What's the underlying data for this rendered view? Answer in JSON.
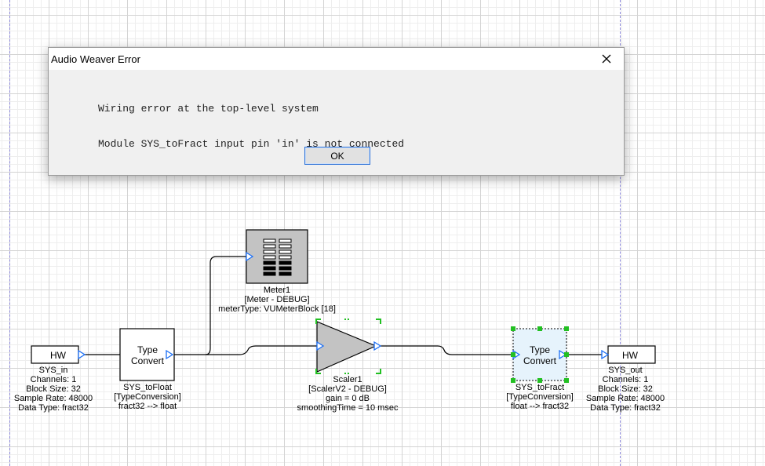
{
  "dialog": {
    "title": "Audio Weaver Error",
    "message_line1": "Wiring error at the top-level system",
    "message_line2": "Module SYS_toFract input pin 'in' is not connected",
    "ok_label": "OK"
  },
  "modules": {
    "sys_in": {
      "box_text": "HW",
      "name": "SYS_in",
      "channels": "Channels: 1",
      "block_size": "Block Size: 32",
      "sample_rate": "Sample Rate: 48000",
      "data_type": "Data Type: fract32"
    },
    "sys_tofloat": {
      "box_line1": "Type",
      "box_line2": "Convert",
      "name": "SYS_toFloat",
      "class": "[TypeConversion]",
      "desc": "fract32 --> float"
    },
    "meter1": {
      "name": "Meter1",
      "class": "[Meter - DEBUG]",
      "param": "meterType: VUMeterBlock [18]"
    },
    "scaler1": {
      "name": "Scaler1",
      "class": "[ScalerV2 - DEBUG]",
      "param1": "gain = 0 dB",
      "param2": "smoothingTime = 10 msec"
    },
    "sys_tofract": {
      "box_line1": "Type",
      "box_line2": "Convert",
      "name": "SYS_toFract",
      "class": "[TypeConversion]",
      "desc": "float --> fract32"
    },
    "sys_out": {
      "box_text": "HW",
      "name": "SYS_out",
      "channels": "Channels: 1",
      "block_size": "Block Size: 32",
      "sample_rate": "Sample Rate: 48000",
      "data_type": "Data Type: fract32"
    }
  },
  "colors": {
    "pin": "#1a6ef5",
    "selection_handle": "#22c022",
    "selected_fill": "#e6f3fc",
    "module_gray": "#c3c3c3"
  }
}
